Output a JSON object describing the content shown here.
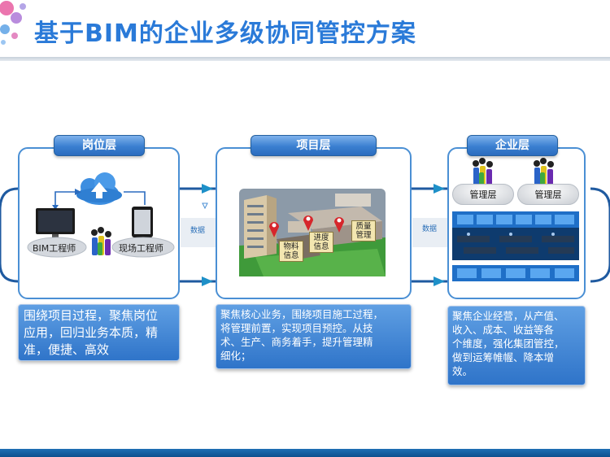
{
  "title": "基于BIM的企业多级协同管控方案",
  "post_layer": {
    "tab": "岗位层",
    "bim_engineer": "BIM工程师",
    "site_engineer": "现场工程师",
    "desc_lines": [
      "围绕项目过程，聚焦岗位",
      "应用，回归业务本质，精",
      "准，便捷、高效"
    ]
  },
  "project_layer": {
    "tab": "项目层",
    "tags": {
      "material": [
        "物料",
        "信息"
      ],
      "progress": [
        "进度",
        "信息"
      ],
      "quality": [
        "质量",
        "管理"
      ]
    },
    "desc_lines": [
      "聚焦核心业务，围绕项目施工过程，",
      "将管理前置，实现项目预控。从技",
      "术、生产、商务着手，提升管理精",
      "细化；"
    ]
  },
  "enterprise_layer": {
    "tab": "企业层",
    "management_1": "管理层",
    "management_2": "管理层",
    "desc_lines": [
      "聚焦企业经营，从产值、",
      "收入、成本、收益等各",
      "个维度，强化集团管控，",
      "做到运筹帷幄、降本增",
      "效。"
    ]
  },
  "data_labels": [
    "数据",
    "数据"
  ],
  "colors": {
    "title": "#2a7ad8",
    "accent": "#3a7fd0",
    "arrow": "#1e90c8",
    "line": "#1f5aa0"
  }
}
